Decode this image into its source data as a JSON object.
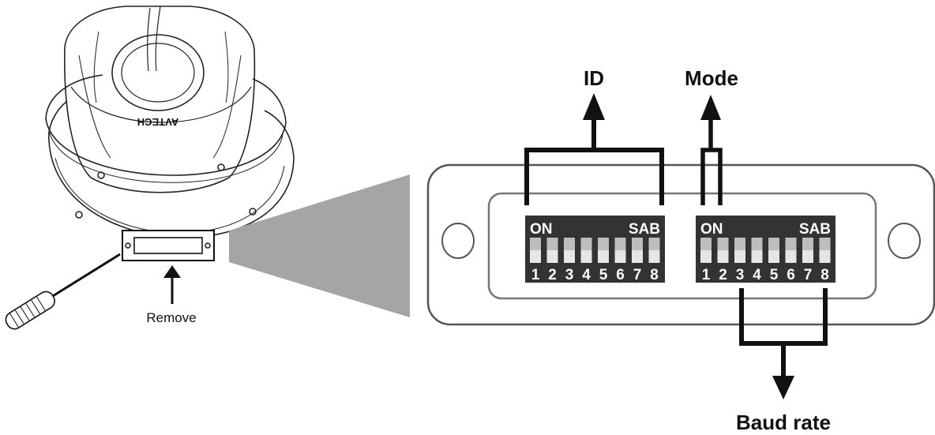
{
  "camera": {
    "brand": "AVTECH",
    "remove_label": "Remove"
  },
  "labels": {
    "id": "ID",
    "mode": "Mode",
    "baud_rate": "Baud rate"
  },
  "switch_banks": [
    {
      "on_label": "ON",
      "side_label": "SAB",
      "numbers": [
        "1",
        "2",
        "3",
        "4",
        "5",
        "6",
        "7",
        "8"
      ]
    },
    {
      "on_label": "ON",
      "side_label": "SAB",
      "numbers": [
        "1",
        "2",
        "3",
        "4",
        "5",
        "6",
        "7",
        "8"
      ]
    }
  ],
  "colors": {
    "switch_body": "#333333",
    "switch_slot": "#bdbdbd",
    "zoom_wedge": "#a5a5a5",
    "plate_outline": "#555555"
  }
}
